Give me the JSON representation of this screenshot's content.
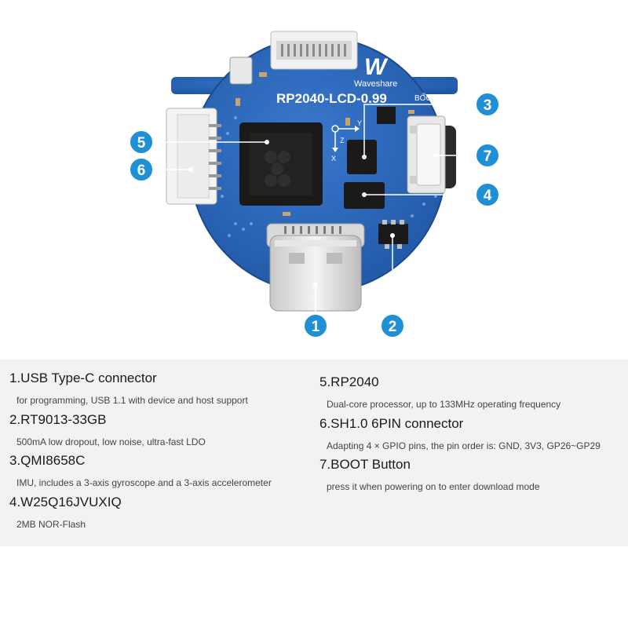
{
  "board": {
    "model_text": "RP2040-LCD-0.99",
    "brand_text": "Waveshare",
    "brand_registered": "®",
    "boot_text": "BOOT",
    "axis_x": "X",
    "axis_y": "Y",
    "axis_z": "Z"
  },
  "callouts": [
    {
      "number": "1"
    },
    {
      "number": "2"
    },
    {
      "number": "3"
    },
    {
      "number": "4"
    },
    {
      "number": "5"
    },
    {
      "number": "6"
    },
    {
      "number": "7"
    }
  ],
  "legend": {
    "left": [
      {
        "title": "1.USB Type-C connector",
        "desc": "for programming, USB 1.1 with device and host support"
      },
      {
        "title": "2.RT9013-33GB",
        "desc": "500mA low dropout, low noise, ultra-fast LDO"
      },
      {
        "title": "3.QMI8658C",
        "desc": "IMU, includes a 3-axis gyroscope and a 3-axis accelerometer"
      },
      {
        "title": "4.W25Q16JVUXIQ",
        "desc": "2MB NOR-Flash"
      }
    ],
    "right": [
      {
        "title": "5.RP2040",
        "desc": "Dual-core processor, up to 133MHz operating frequency"
      },
      {
        "title": "6.SH1.0 6PIN connector",
        "desc": "Adapting 4 × GPIO pins, the pin order is: GND, 3V3, GP26~GP29"
      },
      {
        "title": "7.BOOT Button",
        "desc": "press it when powering on to enter download mode"
      }
    ]
  },
  "colors": {
    "pcb": "#2a63b4",
    "pcb_edge": "#1f4f95",
    "callout": "#1f8fd6",
    "chip": "#1d1d1d",
    "connector": "#f4f4f4"
  }
}
